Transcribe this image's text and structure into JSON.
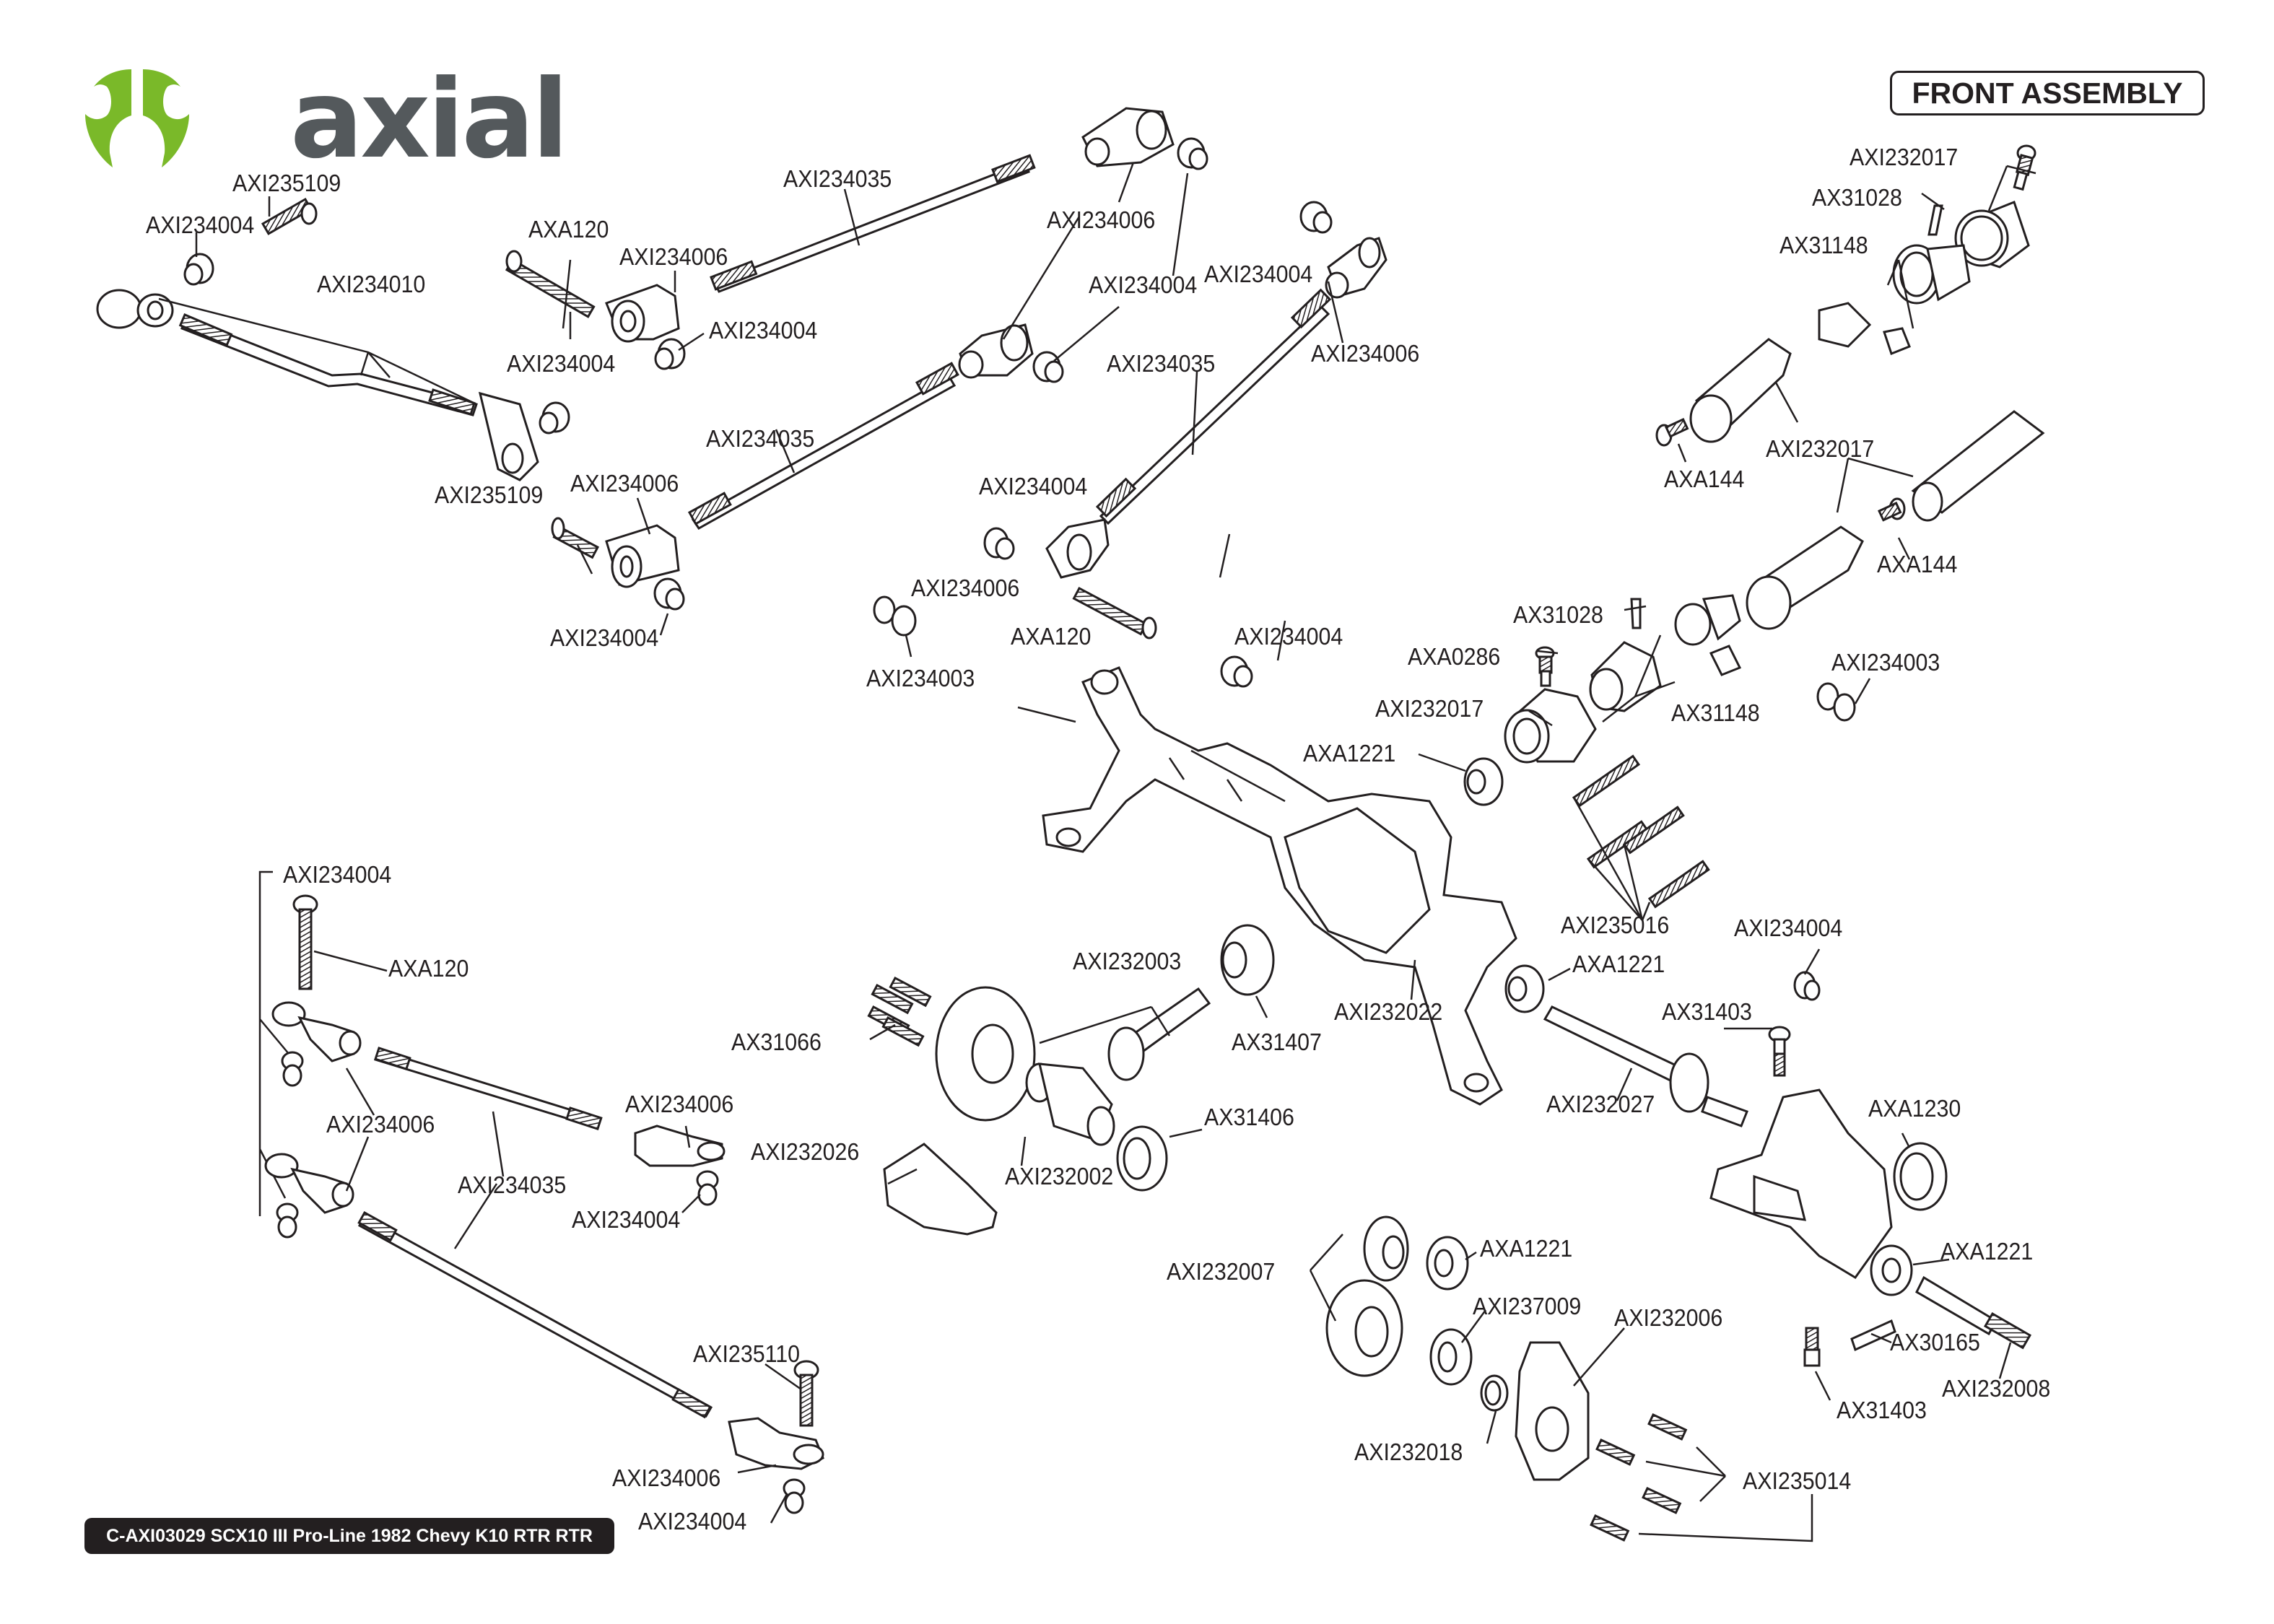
{
  "brand": {
    "name": "axial",
    "accent_color": "#7ab929",
    "word_color": "#54595c"
  },
  "title": "FRONT ASSEMBLY",
  "footer": "C-AXI03029 SCX10 III Pro-Line 1982 Chevy K10 RTR RTR",
  "labels": [
    {
      "id": "l1",
      "text": "AXI235109"
    },
    {
      "id": "l2",
      "text": "AXI234004"
    },
    {
      "id": "l3",
      "text": "AXI234010"
    },
    {
      "id": "l4",
      "text": "AXA120"
    },
    {
      "id": "l5",
      "text": "AXI234006"
    },
    {
      "id": "l6",
      "text": "AXI234004"
    },
    {
      "id": "l7",
      "text": "AXI234004"
    },
    {
      "id": "l8",
      "text": "AXI234035"
    },
    {
      "id": "l9",
      "text": "AXI234006"
    },
    {
      "id": "l10",
      "text": "AXI234004"
    },
    {
      "id": "l11",
      "text": "AXI234004"
    },
    {
      "id": "l12",
      "text": "AXI234006"
    },
    {
      "id": "l13",
      "text": "AXI234035"
    },
    {
      "id": "l14",
      "text": "AXI235109"
    },
    {
      "id": "l15",
      "text": "AXI234006"
    },
    {
      "id": "l16",
      "text": "AXI234035"
    },
    {
      "id": "l17",
      "text": "AXI234004"
    },
    {
      "id": "l18",
      "text": "AXI234004"
    },
    {
      "id": "l19",
      "text": "AXI234006"
    },
    {
      "id": "l20",
      "text": "AXA120"
    },
    {
      "id": "l21",
      "text": "AXI234003"
    },
    {
      "id": "l22",
      "text": "AXI234004"
    },
    {
      "id": "l23",
      "text": "AXI232017"
    },
    {
      "id": "l24",
      "text": "AX31028"
    },
    {
      "id": "l25",
      "text": "AX31148"
    },
    {
      "id": "l26",
      "text": "AXA144"
    },
    {
      "id": "l27",
      "text": "AXI232017"
    },
    {
      "id": "l28",
      "text": "AXA144"
    },
    {
      "id": "l29",
      "text": "AX31028"
    },
    {
      "id": "l30",
      "text": "AXA0286"
    },
    {
      "id": "l31",
      "text": "AXI232017"
    },
    {
      "id": "l32",
      "text": "AX31148"
    },
    {
      "id": "l33",
      "text": "AXI234003"
    },
    {
      "id": "l34",
      "text": "AXA1221"
    },
    {
      "id": "l35",
      "text": "AXI235016"
    },
    {
      "id": "l36",
      "text": "AXI234004"
    },
    {
      "id": "l37",
      "text": "AXA1221"
    },
    {
      "id": "l38",
      "text": "AXI232022"
    },
    {
      "id": "l39",
      "text": "AX31403"
    },
    {
      "id": "l40",
      "text": "AXI232027"
    },
    {
      "id": "l41",
      "text": "AXA1230"
    },
    {
      "id": "l42",
      "text": "AXI232003"
    },
    {
      "id": "l43",
      "text": "AX31066"
    },
    {
      "id": "l44",
      "text": "AX31407"
    },
    {
      "id": "l45",
      "text": "AX31406"
    },
    {
      "id": "l46",
      "text": "AXI232026"
    },
    {
      "id": "l47",
      "text": "AXI232002"
    },
    {
      "id": "l48",
      "text": "AXA1221"
    },
    {
      "id": "l49",
      "text": "AXI232007"
    },
    {
      "id": "l50",
      "text": "AXI237009"
    },
    {
      "id": "l51",
      "text": "AXI232006"
    },
    {
      "id": "l52",
      "text": "AXA1221"
    },
    {
      "id": "l53",
      "text": "AX30165"
    },
    {
      "id": "l54",
      "text": "AXI232008"
    },
    {
      "id": "l55",
      "text": "AX31403"
    },
    {
      "id": "l56",
      "text": "AXI232018"
    },
    {
      "id": "l57",
      "text": "AXI235014"
    },
    {
      "id": "l58",
      "text": "AXI234004"
    },
    {
      "id": "l59",
      "text": "AXA120"
    },
    {
      "id": "l60",
      "text": "AXI234006"
    },
    {
      "id": "l61",
      "text": "AXI234035"
    },
    {
      "id": "l62",
      "text": "AXI234006"
    },
    {
      "id": "l63",
      "text": "AXI234004"
    },
    {
      "id": "l64",
      "text": "AXI235110"
    },
    {
      "id": "l65",
      "text": "AXI234006"
    },
    {
      "id": "l66",
      "text": "AXI234004"
    }
  ]
}
